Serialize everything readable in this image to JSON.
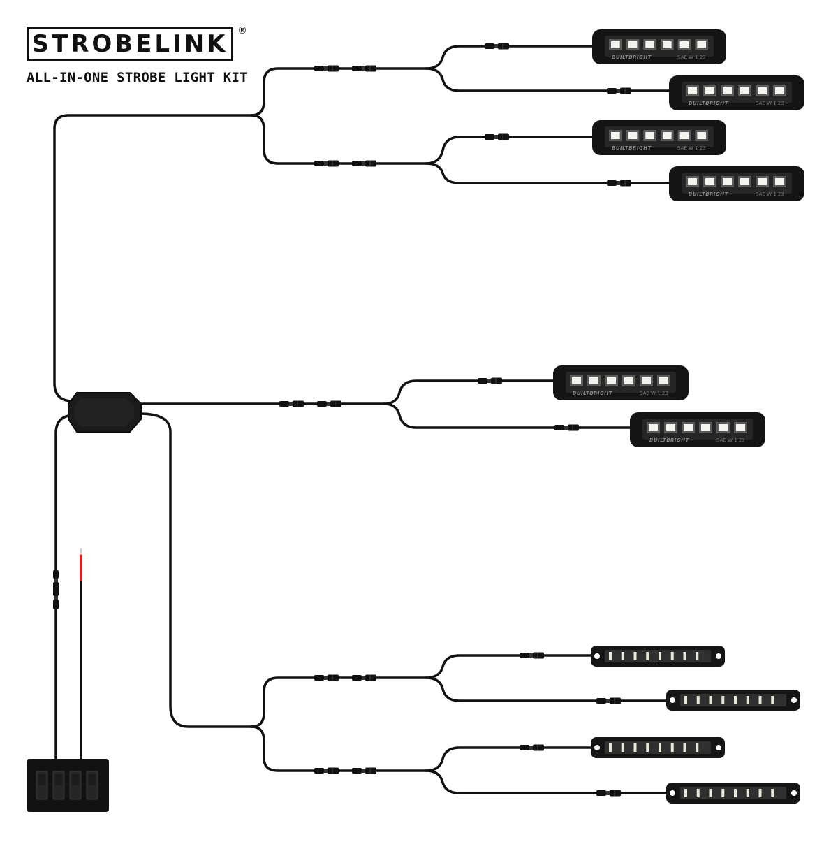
{
  "brand": {
    "name": "STROBELINK",
    "registered": "®",
    "subtitle": "ALL-IN-ONE STROBE LIGHT KIT"
  },
  "pod_labels": {
    "maker": "BUILTBRIGHT",
    "mark": "SAE W 1 23"
  },
  "colors": {
    "cable": "#111111",
    "pod_body": "#1a1a1a",
    "led": "#f4f4ee",
    "power_wire": "#d42020",
    "background": "#ffffff"
  },
  "icons": {
    "control_module": "strobe-controller-icon",
    "switch_panel": "rocker-switch-panel-icon",
    "surface_pod": "surface-mount-strobe-pod-icon",
    "slim_strip": "slim-strobe-strip-icon",
    "connector": "inline-connector-icon"
  }
}
